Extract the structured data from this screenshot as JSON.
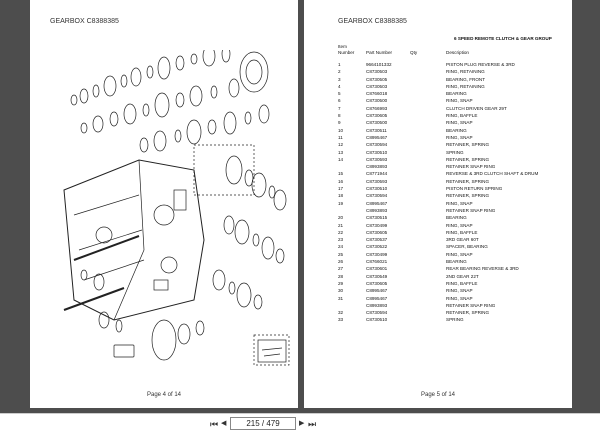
{
  "left_page": {
    "header": "GEARBOX C8388385",
    "footer": "Page 4 of 14"
  },
  "right_page": {
    "header": "GEARBOX C8388385",
    "section_title": "6 SPEED REMOTE CLUTCH & GEAR GROUP",
    "columns": {
      "item": "Item",
      "number": "Number",
      "part_number": "Part Number",
      "qty": "Qty",
      "description": "Description"
    },
    "rows": [
      {
        "item": "1",
        "part": "9664101332",
        "desc": "PISTON PLUG REVERSE & 3RD"
      },
      {
        "item": "2",
        "part": "C8730503",
        "desc": "RING, RETAINING"
      },
      {
        "item": "3",
        "part": "C8730505",
        "desc": "BEARING, FRONT"
      },
      {
        "item": "4",
        "part": "C8730503",
        "desc": "RING, RETAINING"
      },
      {
        "item": "5",
        "part": "C8766018",
        "desc": "BEARING"
      },
      {
        "item": "6",
        "part": "C8730500",
        "desc": "RING, SNAP"
      },
      {
        "item": "7",
        "part": "C8766993",
        "desc": "CLUTCH DRIVEN GEAR 29T"
      },
      {
        "item": "8",
        "part": "C8730605",
        "desc": "RING, BAFFLE"
      },
      {
        "item": "9",
        "part": "C8730500",
        "desc": "RING, SNAP"
      },
      {
        "item": "10",
        "part": "C8730511",
        "desc": "BEARING"
      },
      {
        "item": "11",
        "part": "C8995467",
        "desc": "RING, SNAP"
      },
      {
        "item": "12",
        "part": "C8730594",
        "desc": "RETAINER, SPRING"
      },
      {
        "item": "13",
        "part": "C8730510",
        "desc": "SPRING"
      },
      {
        "item": "14",
        "part": "C8730593",
        "desc": "RETAINER, SPRING"
      },
      {
        "item": "",
        "part": "C8993893",
        "desc": "RETAINER SNAP RING"
      },
      {
        "item": "15",
        "part": "C8771944",
        "desc": "REVERSE & 3RD CLUTCH SHAFT & DRUM"
      },
      {
        "item": "16",
        "part": "C8730593",
        "desc": "RETAINER, SPRING"
      },
      {
        "item": "17",
        "part": "C8730510",
        "desc": "PISTON RETURN SPRING"
      },
      {
        "item": "18",
        "part": "C8730594",
        "desc": "RETAINER, SPRING"
      },
      {
        "item": "19",
        "part": "C8995467",
        "desc": "RING, SNAP"
      },
      {
        "item": "",
        "part": "C8993893",
        "desc": "RETAINER SNAP RING"
      },
      {
        "item": "20",
        "part": "C8730515",
        "desc": "BEARING"
      },
      {
        "item": "21",
        "part": "C8730499",
        "desc": "RING, SNAP"
      },
      {
        "item": "22",
        "part": "C8730605",
        "desc": "RING, BAFFLE"
      },
      {
        "item": "23",
        "part": "C8730537",
        "desc": "3RD GEAR 60T"
      },
      {
        "item": "24",
        "part": "C8730522",
        "desc": "SPACER, BEARING"
      },
      {
        "item": "25",
        "part": "C8730499",
        "desc": "RING, SNAP"
      },
      {
        "item": "26",
        "part": "C8766021",
        "desc": "BEARING"
      },
      {
        "item": "27",
        "part": "C8730601",
        "desc": "REAR BEARING REVERSE & 3RD"
      },
      {
        "item": "28",
        "part": "C8730549",
        "desc": "2ND GEAR 22T"
      },
      {
        "item": "29",
        "part": "C8730605",
        "desc": "RING, BAFFLE"
      },
      {
        "item": "30",
        "part": "C8995467",
        "desc": "RING, SNAP"
      },
      {
        "item": "31",
        "part": "C8995467",
        "desc": "RING, SNAP"
      },
      {
        "item": "",
        "part": "C8993893",
        "desc": "RETAINER SNAP RING"
      },
      {
        "item": "32",
        "part": "C8730594",
        "desc": "RETAINER, SPRING"
      },
      {
        "item": "33",
        "part": "C8730510",
        "desc": "SPRING"
      }
    ],
    "footer": "Page 5 of 14"
  },
  "toolbar": {
    "first_icon": "⏮",
    "prev_icon": "◀",
    "page_value": "215 / 479",
    "next_icon": "▶",
    "last_icon": "⏭"
  },
  "icons": {
    "first": "skip-first-icon",
    "prev": "arrow-left-icon",
    "next": "arrow-right-icon",
    "last": "skip-last-icon"
  }
}
